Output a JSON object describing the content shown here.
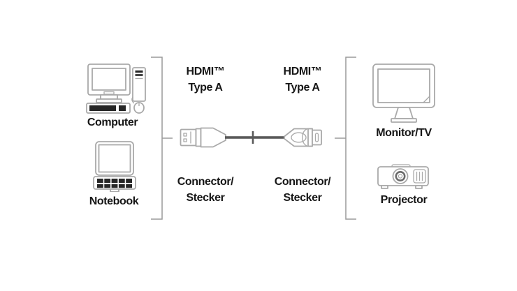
{
  "sources": {
    "items": [
      {
        "label": "Computer",
        "icon": "desktop-computer-icon"
      },
      {
        "label": "Notebook",
        "icon": "notebook-icon"
      }
    ]
  },
  "cable": {
    "icon": "hdmi-cable-icon",
    "ends": [
      {
        "standard": "HDMI™",
        "type": "Type A",
        "label_en": "Connector/",
        "label_de": "Stecker"
      },
      {
        "standard": "HDMI™",
        "type": "Type A",
        "label_en": "Connector/",
        "label_de": "Stecker"
      }
    ]
  },
  "targets": {
    "items": [
      {
        "label": "Monitor/TV",
        "icon": "monitor-tv-icon"
      },
      {
        "label": "Projector",
        "icon": "projector-icon"
      }
    ]
  },
  "colors": {
    "outline": "#a9a9a9",
    "dark_fill": "#262626",
    "cable": "#5a5a5a",
    "bracket": "#9a9a9a",
    "text": "#161616",
    "background": "#ffffff"
  }
}
